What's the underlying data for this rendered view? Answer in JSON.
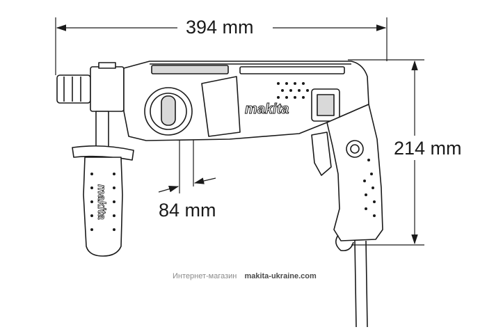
{
  "dimensions": {
    "length": "394 mm",
    "height": "214 mm",
    "chuck_offset": "84 mm"
  },
  "brand": {
    "body_logo": "makita",
    "handle_logo": "makita"
  },
  "footer": {
    "label": "Интернет-магазин",
    "site": "makita-ukraine.com"
  },
  "colors": {
    "line": "#1a1a1a",
    "body_fill": "#ffffff",
    "accent_fill": "#d9d9d9"
  }
}
